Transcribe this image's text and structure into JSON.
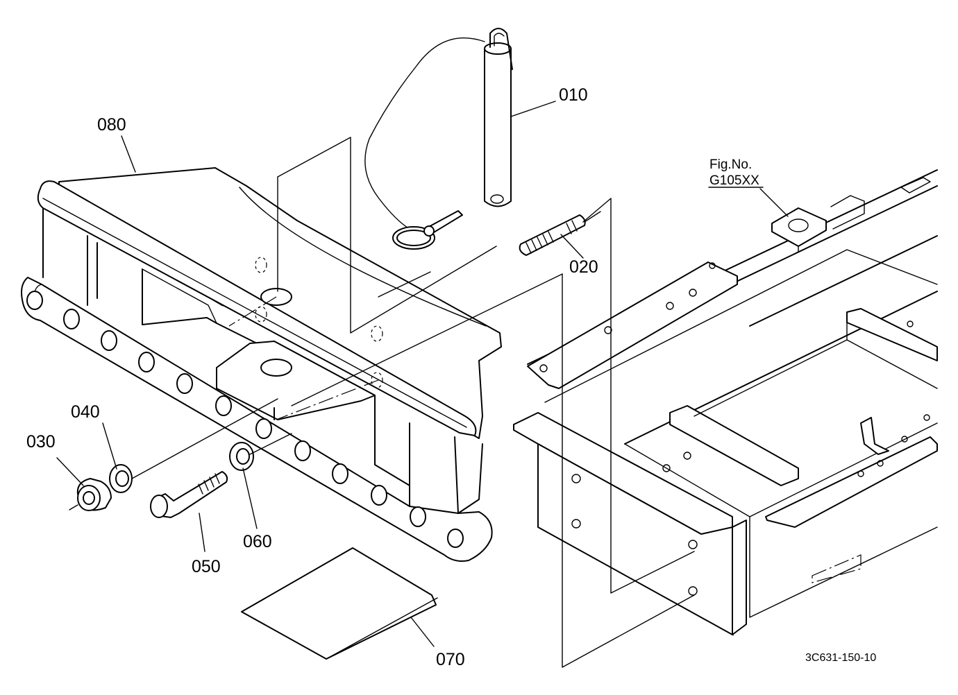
{
  "labels": {
    "p010": "010",
    "p020": "020",
    "p030": "030",
    "p040": "040",
    "p050": "050",
    "p060": "060",
    "p070": "070",
    "p080": "080"
  },
  "fig_ref": {
    "line1": "Fig.No.",
    "line2": "G105XX"
  },
  "drawing_code": "3C631-150-10"
}
